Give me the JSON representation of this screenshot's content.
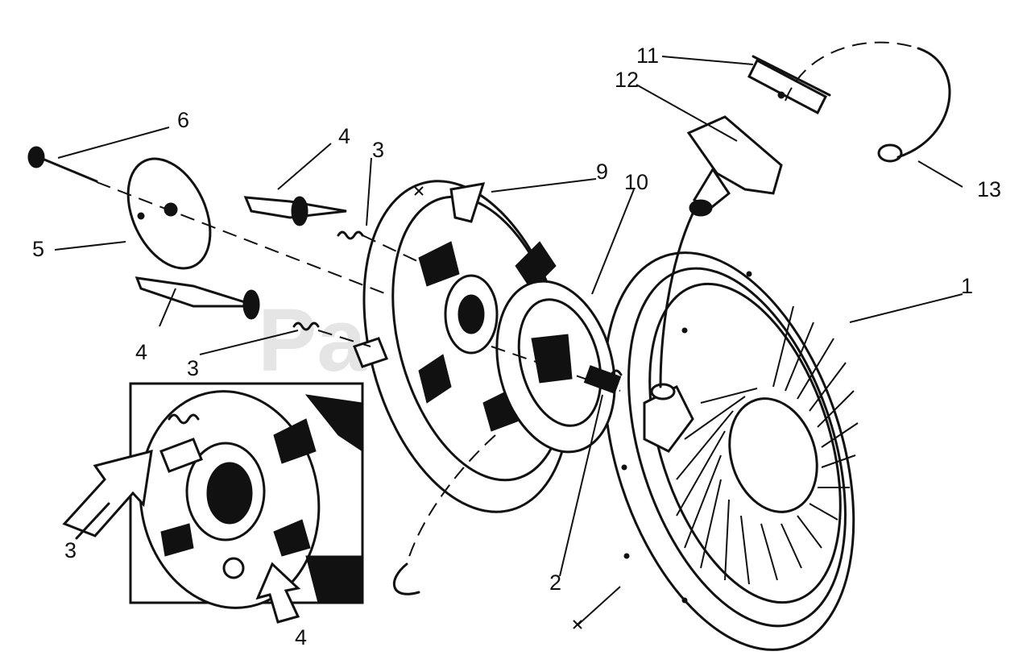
{
  "watermark": "PartsTree",
  "callouts": {
    "c1": "1",
    "c2": "2",
    "c3a": "3",
    "c3b": "3",
    "c3c": "3",
    "c4a": "4",
    "c4b": "4",
    "c4c": "4",
    "c5": "5",
    "c6": "6",
    "c9": "9",
    "c10": "10",
    "c11": "11",
    "c12": "12",
    "c13": "13"
  }
}
